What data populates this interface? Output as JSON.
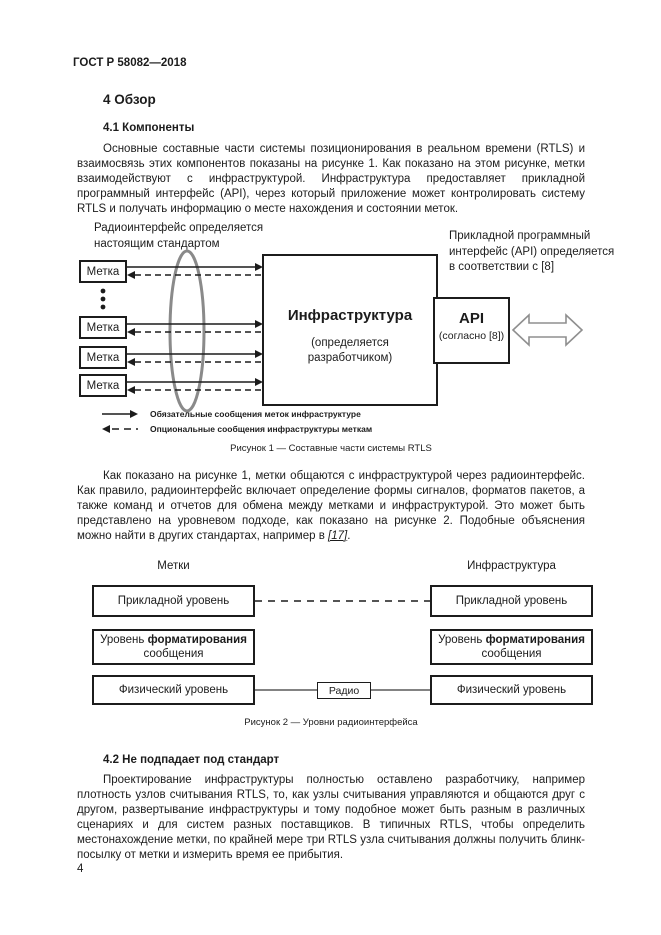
{
  "colors": {
    "ink": "#1c1c1c",
    "diagram_gray": "#8a8a8a"
  },
  "header": {
    "doc_number": "ГОСТ Р 58082—2018"
  },
  "footer": {
    "page_number": "4"
  },
  "section": {
    "title": "4 Обзор",
    "components_heading": "4.1 Компоненты",
    "components_paragraph": "Основные составные части системы позиционирования в реальном времени (RTLS) и взаимосвязь этих компонентов показаны на рисунке 1. Как показано на этом рисунке, метки взаимодействуют с инфраструктурой. Инфраструктура предоставляет прикладной программный интерфейс (API), через который приложение может контролировать систему RTLS и получать информацию о месте нахождения и состоянии меток.",
    "radio_paragraph_pre": "Как показано на рисунке 1, метки общаются с инфраструктурой через радиоинтерфейс. Как правило, радиоинтерфейс включает определение формы сигналов, форматов пакетов, а также команд и отчетов для обмена между метками и инфраструктурой. Это может быть представлено на уровневом подходе, как показано на рисунке 2. Подобные объяснения можно найти в других стандартах, например в ",
    "radio_paragraph_link": "[17]",
    "radio_paragraph_end": ".",
    "scope_heading": "4.2 Не подпадает под стандарт",
    "scope_paragraph": "Проектирование инфраструктуры полностью оставлено разработчику, например плотность узлов считывания RTLS, то, как узлы считывания управляются и общаются друг с другом, развертывание инфраструктуры и тому подобное может быть разным в различных сценариях и для систем разных поставщиков. В типичных RTLS, чтобы определить местонахождение метки, по крайней мере три RTLS узла считывания должны получить блинк-посылку от метки и измерить время ее прибытия."
  },
  "figure1": {
    "radio_note": "Радиоинтерфейс определяется\nнастоящим стандартом",
    "api_note": "Прикладной программный\nинтерфейс (API) определяется\nв соответствии с [8]",
    "tag_label": "Метка",
    "infrastructure_title": "Инфраструктура",
    "infrastructure_subtitle": "(определяется\nразработчиком)",
    "api_title": "API",
    "api_subtitle": "(согласно [8])",
    "legend": [
      {
        "style": "solid",
        "text": "Обязательные сообщения меток инфраструктуре"
      },
      {
        "style": "dashed",
        "text": "Опциональные сообщения инфраструктуры меткам"
      }
    ],
    "caption": "Рисунок 1 — Составные части системы RTLS"
  },
  "figure2": {
    "left_header": "Метки",
    "right_header": "Инфраструктура",
    "app_layer": "Прикладной уровень",
    "format_pre": "Уровень ",
    "format_bold": "форматирования",
    "format_line2": "сообщения",
    "phys_layer": "Физический уровень",
    "radio_label": "Радио",
    "caption": "Рисунок 2 — Уровни радиоинтерфейса"
  }
}
